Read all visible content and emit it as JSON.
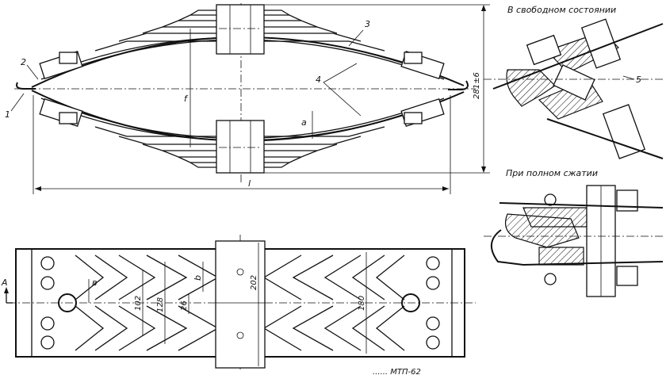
{
  "labels": {
    "free_state": "В свободном состоянии",
    "full_compression": "При полном сжатии",
    "ref_1": "1",
    "ref_2": "2",
    "ref_3": "3",
    "ref_4": "4",
    "ref_5": "5",
    "f": "f",
    "a": "a",
    "l": "l",
    "A": "A",
    "b": "b",
    "v": "в"
  },
  "dimensions": {
    "height": "281±6",
    "d202": "202",
    "d180": "180",
    "d102": "102",
    "d128": "128",
    "d26": "26"
  },
  "caption_fragment": "...... МТП-62"
}
